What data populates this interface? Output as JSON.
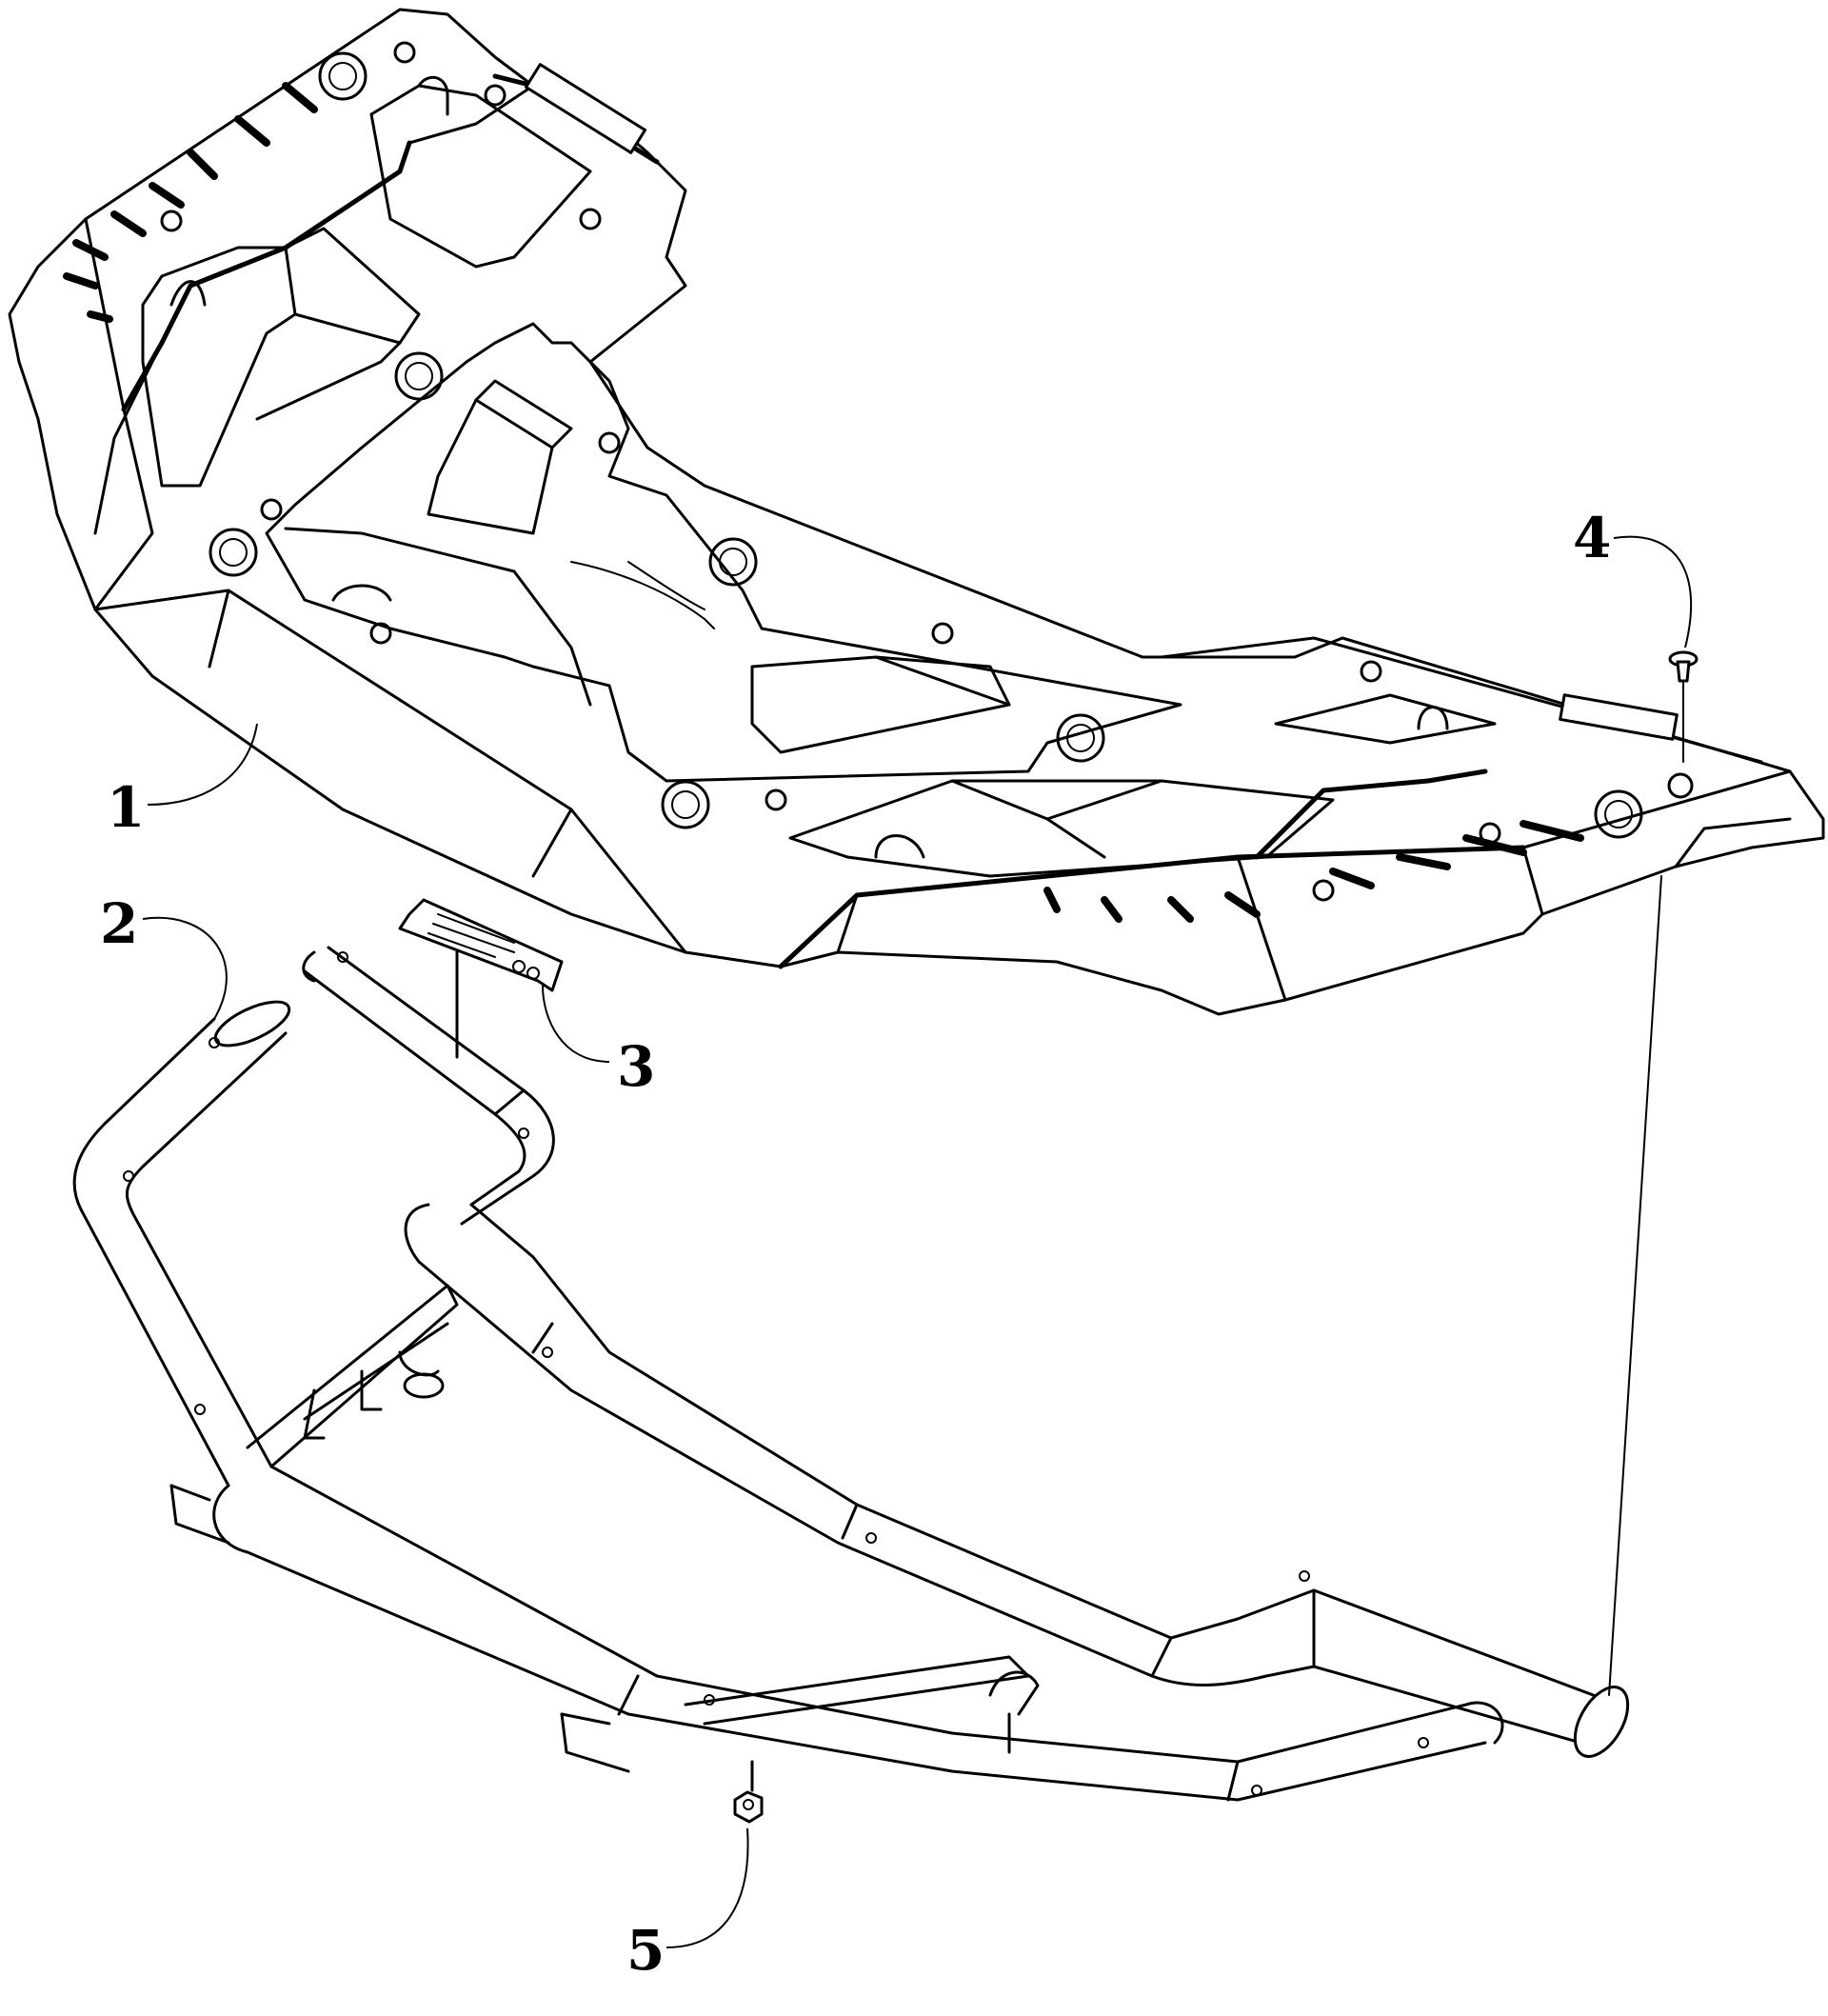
{
  "callouts": [
    {
      "id": "1",
      "label": "1",
      "part": "rack"
    },
    {
      "id": "2",
      "label": "2",
      "part": "tube-frame"
    },
    {
      "id": "3",
      "label": "3",
      "part": "decal"
    },
    {
      "id": "4",
      "label": "4",
      "part": "screw"
    },
    {
      "id": "5",
      "label": "5",
      "part": "nut"
    }
  ],
  "colors": {
    "line": "#000000",
    "background": "#ffffff"
  }
}
